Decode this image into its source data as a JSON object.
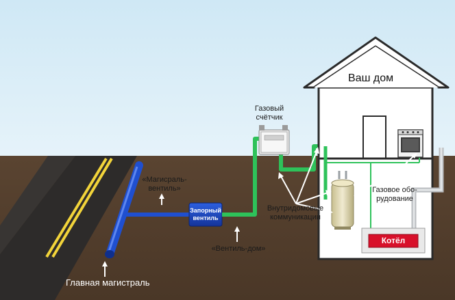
{
  "labels": {
    "house_title": "Ваш дом",
    "meter": "Газовый\nсчётчик",
    "main_valve": "«Магисраль-\nвентиль»",
    "shutoff_valve": "Запорный\nвентиль",
    "valve_house": "«Вентиль-дом»",
    "indoor": "Внутридомовые\nкоммуникации",
    "equipment": "Газовое обо-\nрудование",
    "boiler": "Котёл",
    "main_line": "Главная магистраль"
  },
  "colors": {
    "sky": "#d9eef8",
    "ground": "#55402e",
    "road": "#2d2b2a",
    "road_stripe": "#f2d43a",
    "house": "#ffffff",
    "house_outline": "#2a2a2a",
    "pipe_blue": "#1f4fd0",
    "pipe_green": "#2ec25a",
    "valve_box": "#1a43b8",
    "boiler_red": "#d8102a",
    "boiler_box": "#e9e9e9",
    "basement": "#ffffff"
  },
  "icons": {
    "meter": "gas-meter-icon",
    "stove": "gas-stove-icon",
    "water_heater": "water-heater-icon",
    "chimney": "chimney-pipe-icon"
  }
}
